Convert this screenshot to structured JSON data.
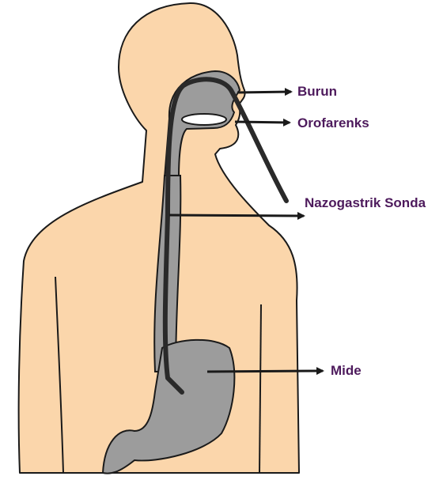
{
  "diagram": {
    "labels": {
      "nose": "Burun",
      "oropharynx": "Orofarenks",
      "tube": "Nazogastrik Sonda",
      "stomach": "Mide"
    }
  },
  "colors": {
    "skin": "#fbd6ab",
    "organ": "#9c9c9c",
    "outline": "#1a1a1a",
    "label": "#4d1a5c"
  }
}
